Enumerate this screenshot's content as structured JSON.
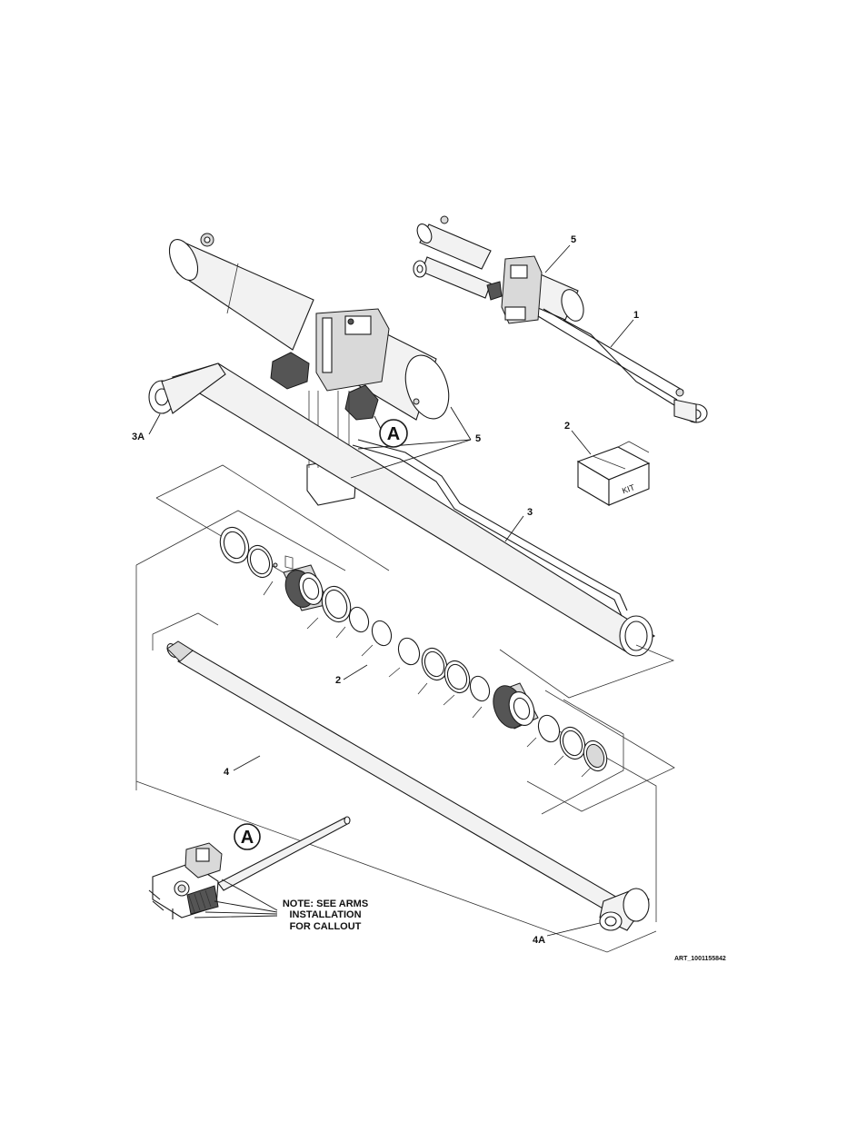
{
  "callouts": {
    "c1": "1",
    "c2_kit": "2",
    "c2_seals": "2",
    "c3": "3",
    "c3a": "3A",
    "c4": "4",
    "c4a": "4A",
    "c5_top": "5",
    "c5_main": "5"
  },
  "detail_marker": {
    "upper": "A",
    "lower": "A"
  },
  "kit_box_label": "KIT",
  "note": {
    "line1": "NOTE:  SEE ARMS",
    "line2": "INSTALLATION",
    "line3": "FOR CALLOUT"
  },
  "art_number": "ART_1001155842",
  "colors": {
    "line": "#1a1a1a",
    "background": "#ffffff"
  }
}
